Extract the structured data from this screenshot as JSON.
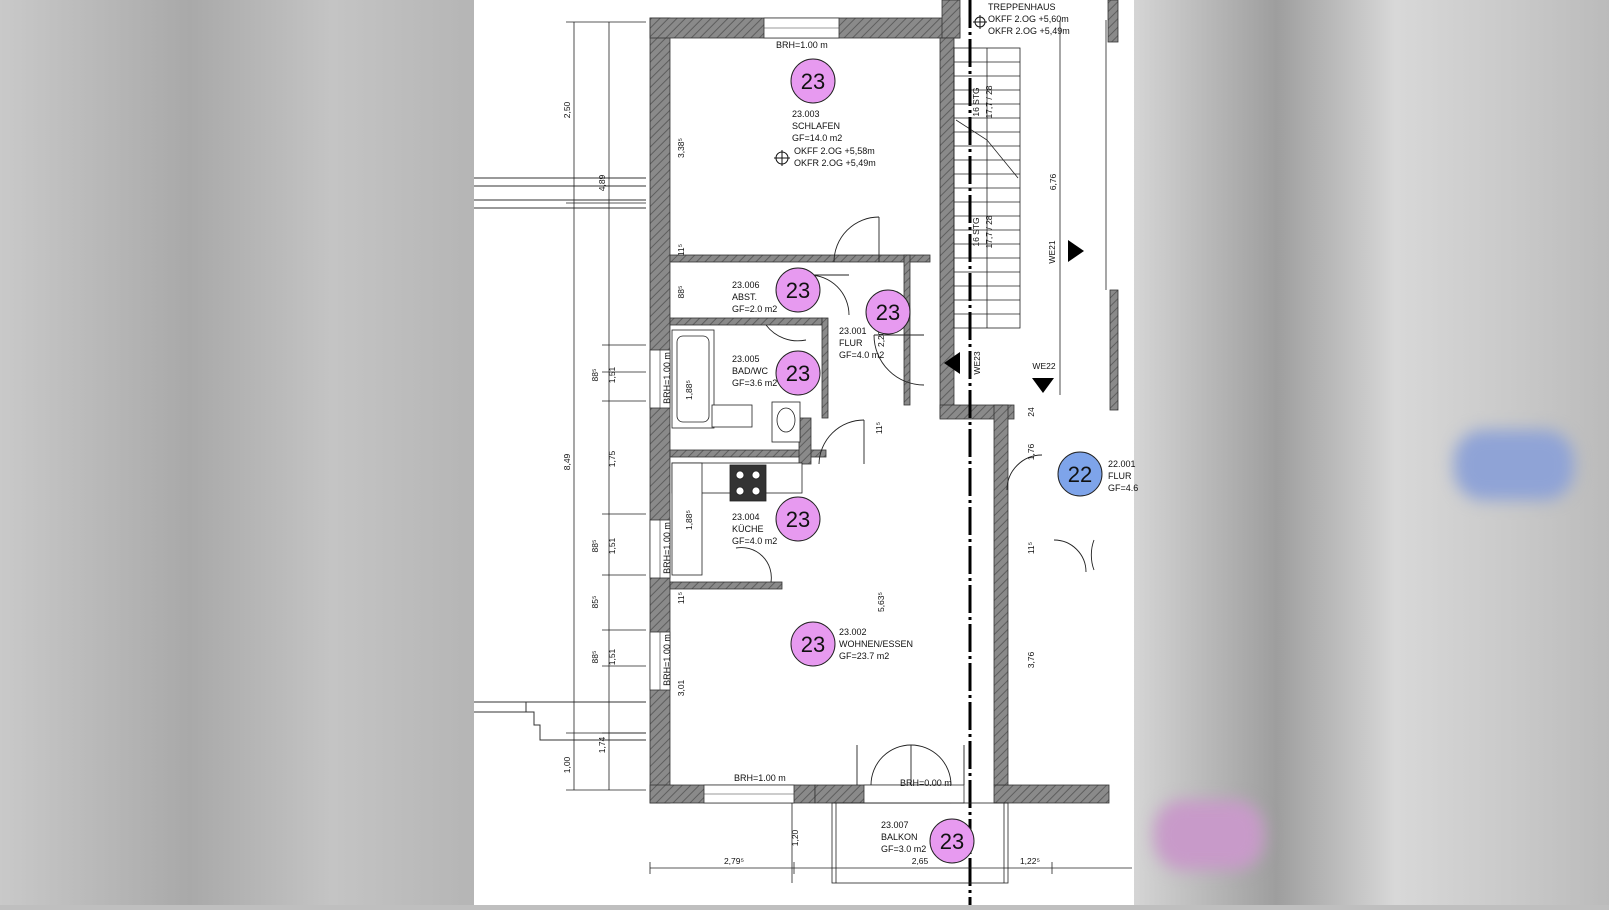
{
  "colors": {
    "wall": "#7d7d7d",
    "badge_apartment": "#e79af0",
    "badge_neighbor": "#7ea4ea",
    "line": "#111111"
  },
  "stair": {
    "title": "TREPPENHAUS",
    "level_okff": "OKFF 2.OG +5,60m",
    "level_okfr": "OKFR 2.OG +5,49m",
    "flight_upper": "16 STG",
    "flight_upper_ratio": "17,7 / 28",
    "flight_lower": "16 STG",
    "flight_lower_ratio": "17,7 / 28",
    "length": "6,76"
  },
  "rooms": [
    {
      "badge": "23",
      "number": "23.003",
      "name": "SCHLAFEN",
      "area": "GF=14.0 m2"
    },
    {
      "badge": "23",
      "number": "23.006",
      "name": "ABST.",
      "area": "GF=2.0 m2"
    },
    {
      "badge": "23",
      "number": "23.001",
      "name": "FLUR",
      "area": "GF=4.0 m2"
    },
    {
      "badge": "23",
      "number": "23.005",
      "name": "BAD/WC",
      "area": "GF=3.6 m2"
    },
    {
      "badge": "23",
      "number": "23.004",
      "name": "KÜCHE",
      "area": "GF=4.0 m2"
    },
    {
      "badge": "23",
      "number": "23.002",
      "name": "WOHNEN/ESSEN",
      "area": "GF=23.7 m2"
    },
    {
      "badge": "23",
      "number": "23.007",
      "name": "BALKON",
      "area": "GF=3.0 m2"
    },
    {
      "badge": "22",
      "number": "22.001",
      "name": "FLUR",
      "area": "GF=4.6"
    }
  ],
  "bedroom_level": {
    "okff": "OKFF 2.OG +5,58m",
    "okfr": "OKFR 2.OG +5,49m"
  },
  "window_heights": {
    "top": "BRH=1.00 m",
    "bath": "BRH=1.00 m",
    "kitchen": "BRH=1.00 m",
    "living_side": "BRH=1.00 m",
    "living_bottom": "BRH=1.00 m",
    "balcony_door": "BRH=0.00 m"
  },
  "unit_tags": {
    "we21": "WE21",
    "we22": "WE22",
    "we23": "WE23"
  },
  "dimensions": {
    "outer_total": "8,49",
    "outer_top": "2,50",
    "outer_bottom": "1,00",
    "mid_a": "4,89",
    "mid_b": "1,74",
    "chain": [
      "88⁵",
      "1,51",
      "1,75",
      "88⁵",
      "1,51",
      "85⁵",
      "88⁵",
      "1,51"
    ],
    "bedroom_height": "3,38⁵",
    "wall_11a": "11⁵",
    "abst_height": "88⁵",
    "flur_height": "2,20⁵",
    "bath_height": "1,88⁵",
    "wall_11b": "11⁵",
    "kitchen_height": "1,88⁵",
    "wall_11c": "11⁵",
    "living_height": "5,63⁵",
    "living_lower": "3,01",
    "right_top": "24",
    "right_flur": "1,76",
    "right_wall": "11⁵",
    "right_lower": "3,76",
    "balcony_depth": "1,20",
    "bottom_left": "2,79⁵",
    "bottom_mid": "2,65",
    "bottom_right": "1,22⁵"
  }
}
